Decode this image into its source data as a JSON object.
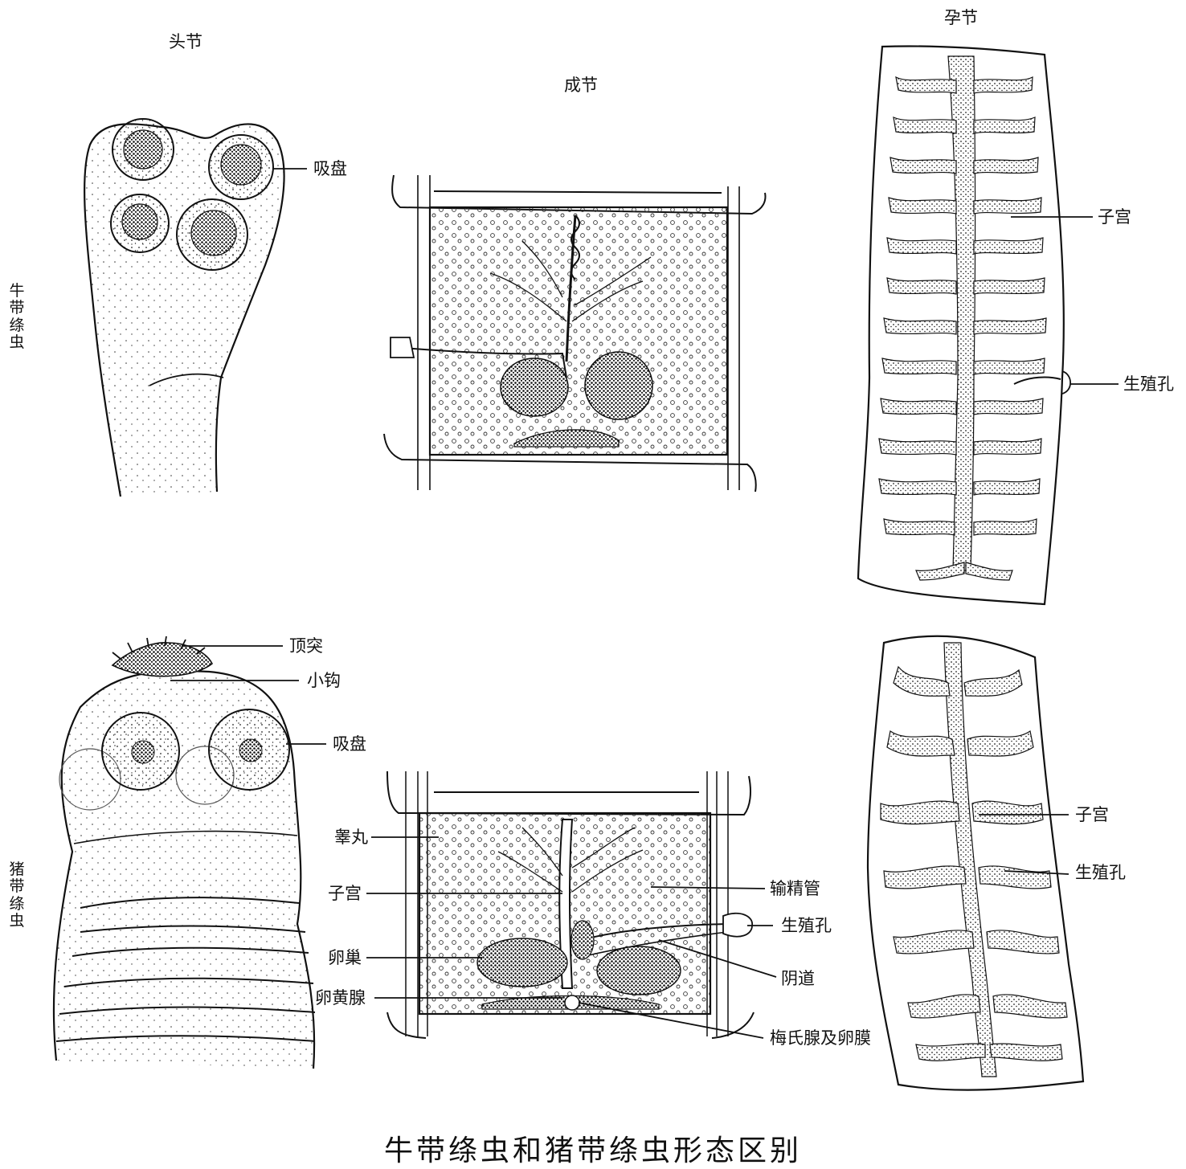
{
  "columns": {
    "scolex": "头节",
    "mature": "成节",
    "gravid": "孕节"
  },
  "rows": {
    "beef": "牛带绦虫",
    "pork": "猪带绦虫"
  },
  "beef_scolex": {
    "sucker": "吸盘"
  },
  "beef_gravid": {
    "uterus": "子宫",
    "genital_pore": "生殖孔"
  },
  "pork_scolex": {
    "rostellum": "顶突",
    "hooklets": "小钩",
    "sucker": "吸盘"
  },
  "pork_mature": {
    "testis": "睾丸",
    "uterus": "子宫",
    "ovary": "卵巢",
    "vitelline": "卵黄腺",
    "vas_deferens": "输精管",
    "genital_pore": "生殖孔",
    "vagina": "阴道",
    "mehlis": "梅氏腺及卵膜"
  },
  "pork_gravid": {
    "uterus": "子宫",
    "genital_pore": "生殖孔"
  },
  "caption": "牛带绦虫和猪带绦虫形态区别",
  "colors": {
    "ink": "#111111",
    "paper": "#ffffff"
  }
}
